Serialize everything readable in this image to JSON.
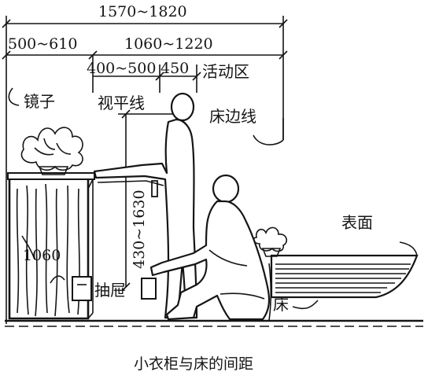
{
  "dimensions": {
    "total": "1570~1820",
    "mirror_zone": "500~610",
    "activity_span": "1060~1220",
    "reach": "400~500",
    "gap": "450",
    "eye_height": "430~1630",
    "cabinet_height": "1060"
  },
  "labels": {
    "activity_zone": "活动区",
    "mirror": "镜子",
    "sight_line": "视平线",
    "bed_edge_line": "床边线",
    "surface": "表面",
    "drawer": "抽屉",
    "bed": "床"
  },
  "caption": "小衣柜与床的间距"
}
